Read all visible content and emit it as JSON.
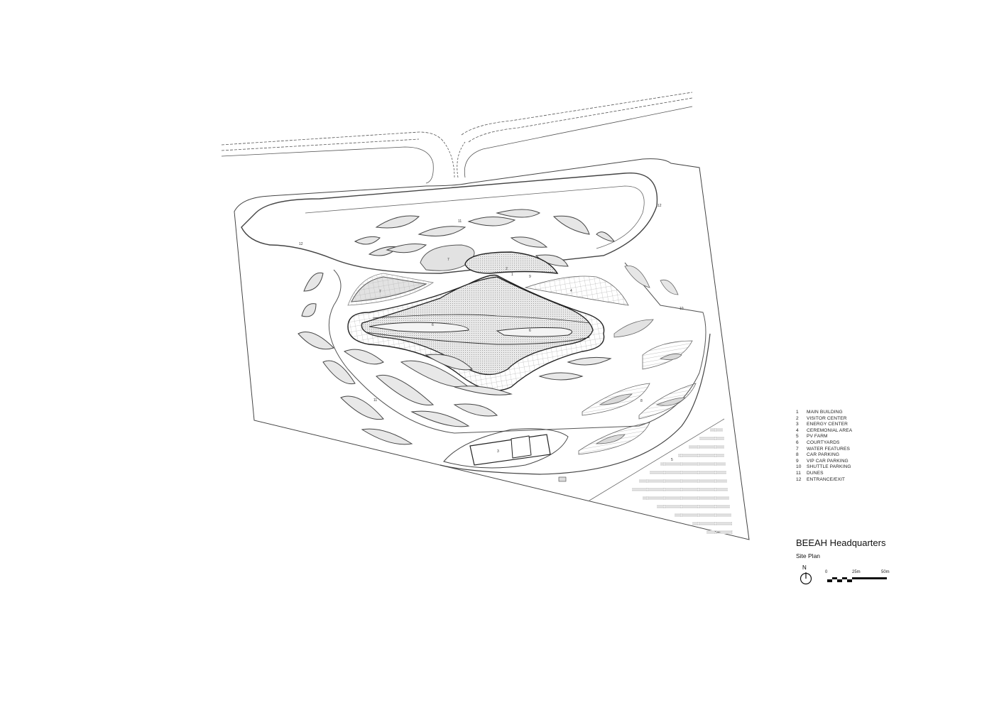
{
  "legend": {
    "items": [
      {
        "num": "1",
        "label": "MAIN BUILDING"
      },
      {
        "num": "2",
        "label": "VISITOR CENTER"
      },
      {
        "num": "3",
        "label": "ENERGY CENTER"
      },
      {
        "num": "4",
        "label": "CEREMONIAL AREA"
      },
      {
        "num": "5",
        "label": "PV FARM"
      },
      {
        "num": "6",
        "label": "COURTYARDS"
      },
      {
        "num": "7",
        "label": "WATER FEATURES"
      },
      {
        "num": "8",
        "label": "CAR PARKING"
      },
      {
        "num": "9",
        "label": "VIP CAR PARKING"
      },
      {
        "num": "10",
        "label": "SHUTTLE PARKING"
      },
      {
        "num": "11",
        "label": "DUNES"
      },
      {
        "num": "12",
        "label": "ENTRANCE/EXIT"
      }
    ]
  },
  "title_block": {
    "title": "BEEAH Headquarters",
    "subtitle": "Site Plan",
    "north_label": "N",
    "scale": {
      "ticks": [
        "0",
        "25m",
        "50m"
      ]
    }
  },
  "plan_labels": {
    "main_building": "1",
    "visitor_center": "2",
    "energy_center": "3",
    "ceremonial_area": "4",
    "pv_farm": "5",
    "courtyard_a": "6",
    "courtyard_b": "6",
    "water_feature_a": "7",
    "water_feature_b": "7",
    "car_parking": "8",
    "vip_car_parking": "9",
    "shuttle_parking": "10",
    "dunes_north": "11",
    "dunes_south": "11",
    "entrance_west": "12",
    "entrance_east": "12"
  },
  "colors": {
    "line": "#333333",
    "fill_grey": "#e6e6e6",
    "fill_dark": "#cfcfcf",
    "hatch": "#9a9a9a"
  }
}
